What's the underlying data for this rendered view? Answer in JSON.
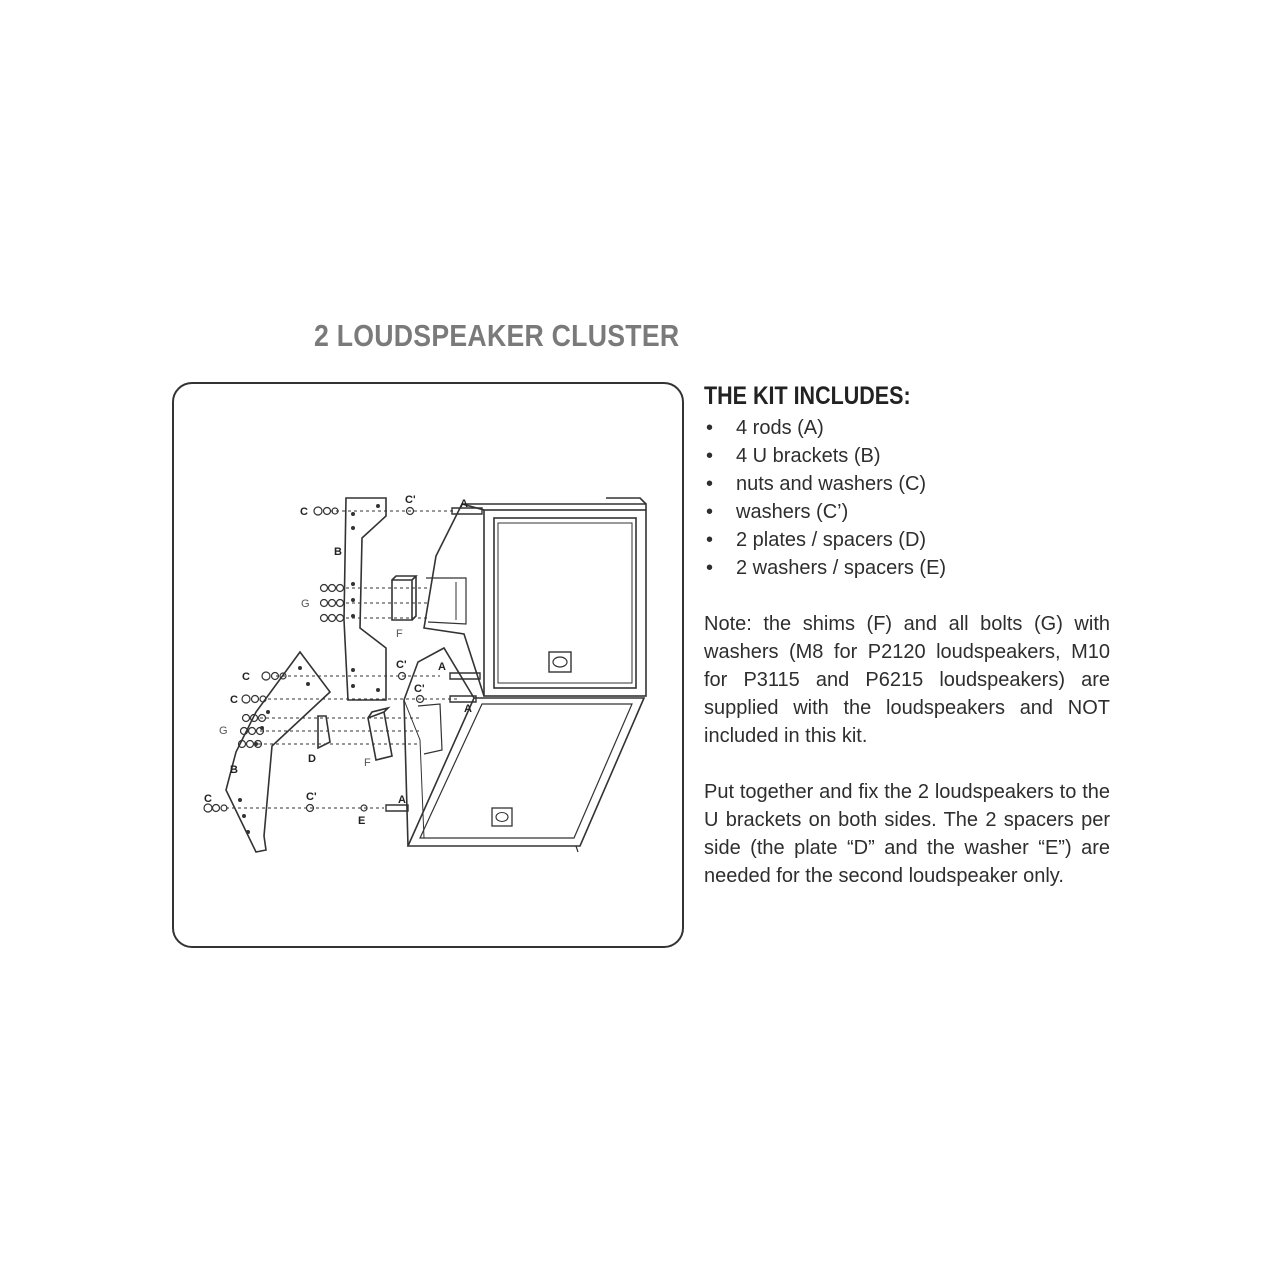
{
  "title": "2 LOUDSPEAKER CLUSTER",
  "kit": {
    "heading": "THE KIT INCLUDES:",
    "bullet": "•",
    "items": [
      "4 rods (A)",
      "4 U brackets (B)",
      "nuts and washers (C)",
      "washers (C’)",
      "2 plates / spacers (D)",
      "2 washers / spacers (E)"
    ]
  },
  "note": "Note: the shims (F) and all bolts (G) with washers (M8 for P2120 loudspeakers, M10 for P3115 and P6215 loudspeakers) are supplied with the loudspeakers and NOT included in this kit.",
  "instructions": "Put together and fix the 2 loudspeakers to the U brackets on both sides. The 2 spacers per side (the plate “D” and the washer “E”) are needed for the second loudspeaker only.",
  "diagram_labels": {
    "c": "C",
    "c_prime": "C'",
    "a": "A",
    "b": "B",
    "g": "G",
    "f": "F",
    "d": "D",
    "e": "E"
  }
}
